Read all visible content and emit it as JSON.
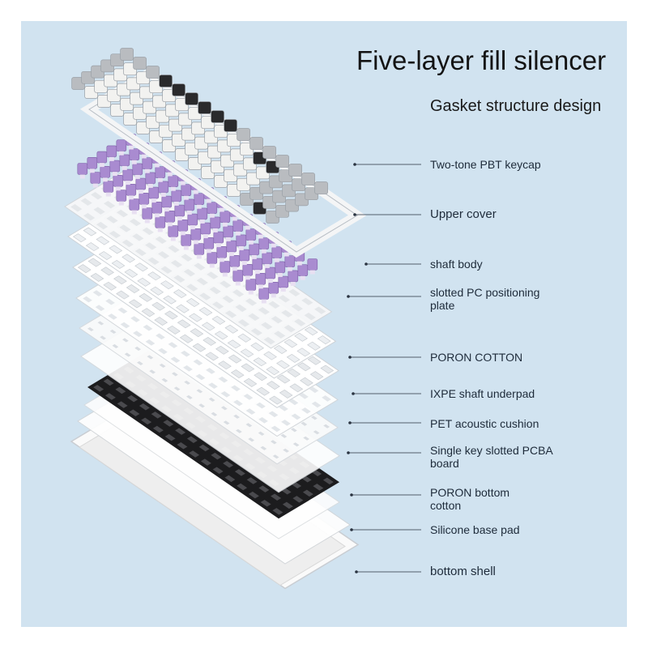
{
  "headline": {
    "title": "Five-layer fill silencer",
    "subtitle": "Gasket structure design"
  },
  "layers": [
    {
      "label": "Two-tone PBT keycap"
    },
    {
      "label": "Upper cover"
    },
    {
      "label": "shaft body"
    },
    {
      "label": "slotted PC positioning plate"
    },
    {
      "label": "PORON COTTON"
    },
    {
      "label": "IXPE shaft underpad"
    },
    {
      "label": "PET acoustic cushion"
    },
    {
      "label": "Single key slotted PCBA board"
    },
    {
      "label": "PORON bottom cotton"
    },
    {
      "label": "Silicone base pad"
    },
    {
      "label": "bottom shell"
    }
  ],
  "colors": {
    "panel_background": "#d1e3f0",
    "keycap_white": "#f2f2f0",
    "keycap_gray": "#b9bcc0",
    "keycap_black": "#2a2a2c",
    "switch_purple": "#a98bd0",
    "pcb_black": "#1c1c1e",
    "leader_line": "#2a3340"
  }
}
